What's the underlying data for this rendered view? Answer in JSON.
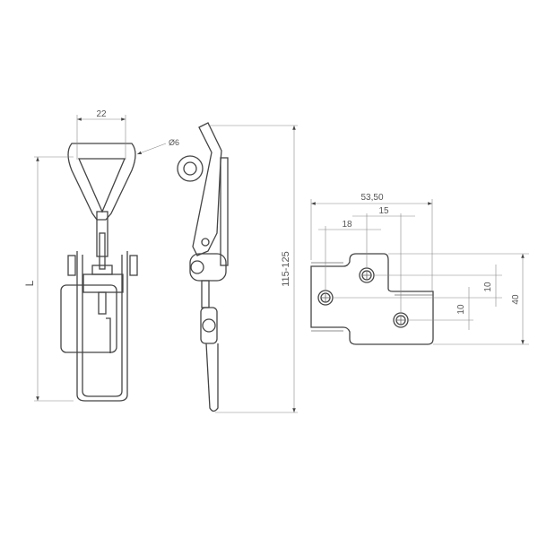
{
  "front_view": {
    "width_dim": "22",
    "diameter_dim": "Ø6",
    "length_dim": "L"
  },
  "side_view": {
    "height_dim": "115-125"
  },
  "plate_view": {
    "overall_width": "53,50",
    "hole_offset_1": "15",
    "hole_offset_2": "18",
    "vertical_pitch_1": "10",
    "vertical_pitch_2": "10",
    "overall_height": "40"
  }
}
